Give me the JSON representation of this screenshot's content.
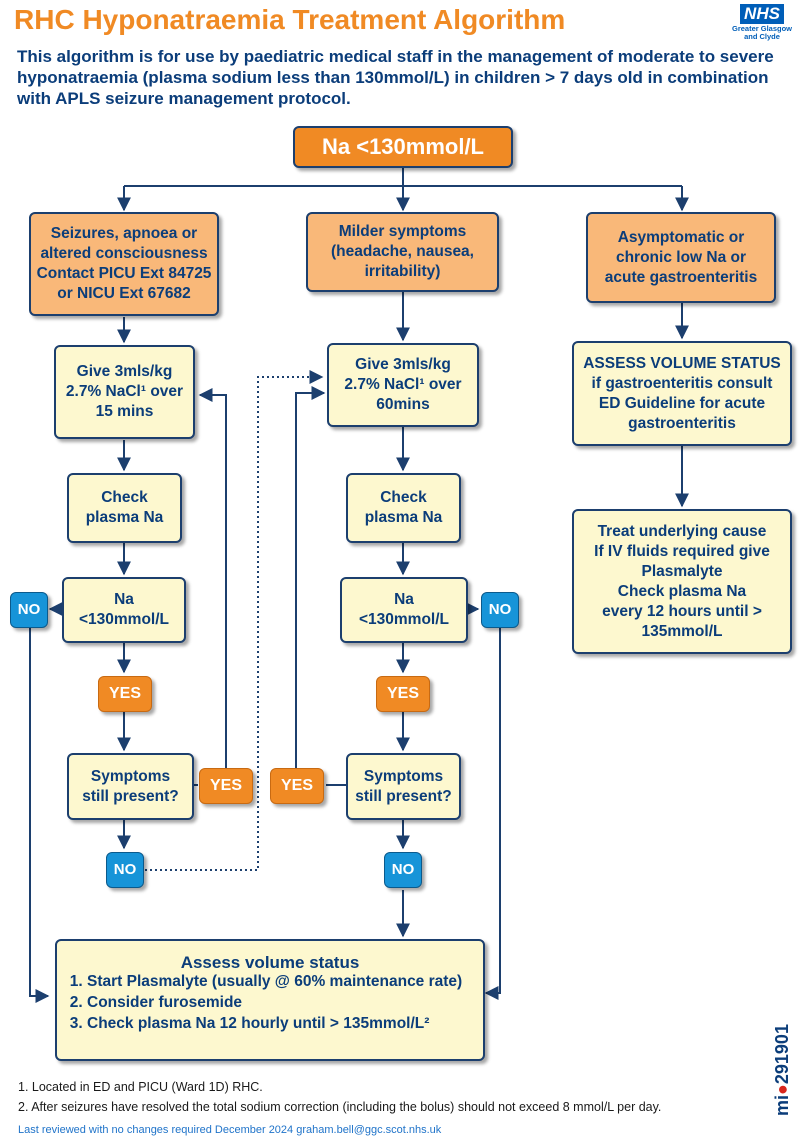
{
  "header": {
    "title": "RHC Hyponatraemia Treatment Algorithm",
    "intro": "This algorithm is for use by paediatric medical staff in the management of moderate to severe hyponatraemia (plasma sodium less than 130mmol/L) in children > 7 days old in combination with APLS seizure management protocol."
  },
  "logo": {
    "mark": "NHS",
    "line1": "Greater Glasgow",
    "line2": "and Clyde"
  },
  "start": {
    "label": "Na <130mmol/L"
  },
  "left": {
    "condition": "Seizures, apnoea or\naltered consciousness\nContact PICU Ext 84725\nor NICU Ext 67682",
    "give": "Give 3mls/kg\n2.7% NaCl¹ over\n15 mins",
    "check": "Check\nplasma Na",
    "na": "Na\n<130mmol/L",
    "yes_na": "YES",
    "no_na": "NO",
    "symptoms": "Symptoms\nstill present?",
    "yes_symptoms": "YES",
    "no_symptoms": "NO"
  },
  "middle": {
    "condition": "Milder symptoms\n(headache, nausea,\nirritability)",
    "give": "Give 3mls/kg\n2.7% NaCl¹ over\n60mins",
    "check": "Check\nplasma Na",
    "na": "Na\n<130mmol/L",
    "yes_na": "YES",
    "no_na": "NO",
    "symptoms": "Symptoms\nstill present?",
    "yes_symptoms": "YES",
    "no_symptoms": "NO"
  },
  "right": {
    "condition": "Asymptomatic or\nchronic low Na or\nacute gastroenteritis",
    "assess": "ASSESS VOLUME STATUS\nif gastroenteritis consult\nED Guideline for acute\ngastroenteritis",
    "treat": "Treat underlying cause\nIf IV fluids required give\nPlasmalyte\nCheck plasma Na\nevery 12 hours until >\n135mmol/L"
  },
  "final": {
    "title": "Assess volume status",
    "items": [
      "Start Plasmalyte (usually @ 60% maintenance rate)",
      "Consider furosemide",
      "Check plasma Na 12 hourly until > 135mmol/L²"
    ]
  },
  "footnotes": [
    "1.  Located in ED and PICU (Ward 1D) RHC.",
    "2.  After seizures have resolved the total sodium correction (including the bolus) should not exceed 8 mmol/L per day."
  ],
  "reviewed": "Last reviewed with no changes required December 2024 graham.bell@ggc.scot.nhs.uk",
  "badge": {
    "prefix": "mi",
    "number": "291901"
  },
  "colors": {
    "orange": "#f08a24",
    "light_orange": "#f9b879",
    "cream": "#fdf8cf",
    "blue": "#1794d8",
    "navy": "#0b3d7a"
  }
}
